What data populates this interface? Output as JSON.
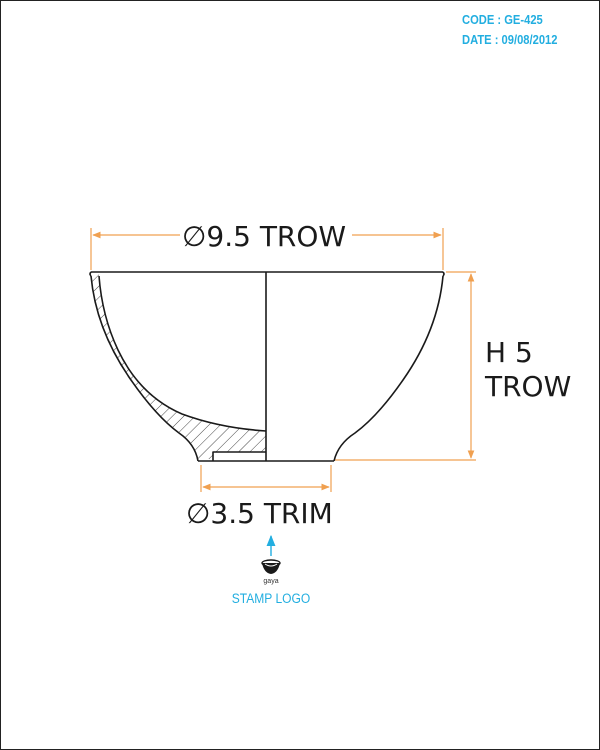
{
  "header": {
    "code": "CODE : GE-425",
    "date": "DATE : 09/08/2012"
  },
  "dimensions": {
    "diameter_top": "∅9.5 TROW",
    "height_line1": "H 5",
    "height_line2": "TROW",
    "diameter_base": "∅3.5 TRIM"
  },
  "stamp": {
    "brand": "gaya",
    "label": "STAMP LOGO"
  },
  "colors": {
    "outline": "#1a1a1a",
    "dimension_line": "#f0a050",
    "accent": "#22aee0"
  }
}
